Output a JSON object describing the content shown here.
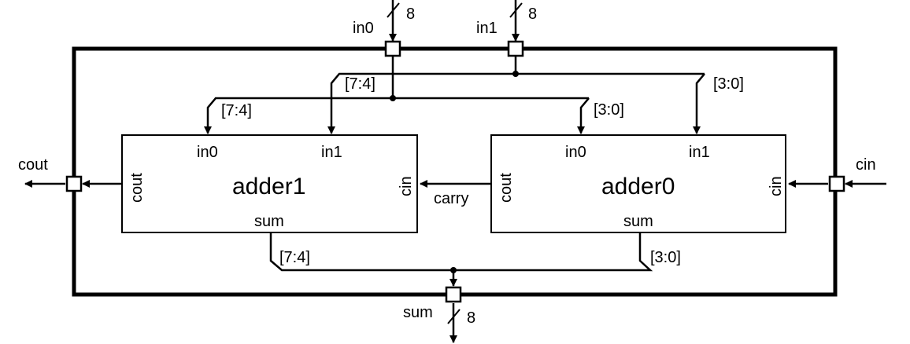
{
  "colors": {
    "stroke": "#000000",
    "background": "#ffffff"
  },
  "top": {
    "ports": {
      "in0": "in0",
      "in1": "in1",
      "cin": "cin",
      "cout": "cout",
      "sum": "sum"
    },
    "widths": {
      "in0": "8",
      "in1": "8",
      "sum": "8"
    }
  },
  "adder1": {
    "name": "adder1",
    "pins": {
      "in0": "in0",
      "in1": "in1",
      "cout": "cout",
      "cin": "cin",
      "sum": "sum"
    }
  },
  "adder0": {
    "name": "adder0",
    "pins": {
      "in0": "in0",
      "in1": "in1",
      "cout": "cout",
      "cin": "cin",
      "sum": "sum"
    }
  },
  "nets": {
    "carry": "carry"
  },
  "slices": {
    "in0_hi": "[7:4]",
    "in1_hi": "[7:4]",
    "in0_lo": "[3:0]",
    "in1_lo": "[3:0]",
    "sum_hi": "[7:4]",
    "sum_lo": "[3:0]"
  }
}
